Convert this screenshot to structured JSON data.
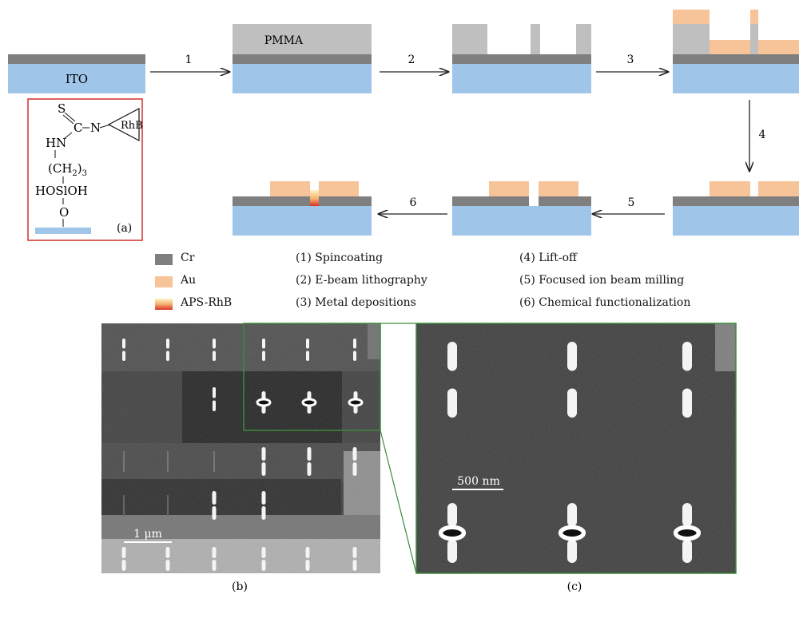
{
  "layers": {
    "cr_color": "#7f7f7f",
    "ito_color": "#9fc5e8",
    "au_color": "#f7c398",
    "pmma_color": "#bfbfbf",
    "apsrhb_gradient": [
      "#fff4c4",
      "#f5b070",
      "#d83222"
    ]
  },
  "substrate_label": "ITO",
  "resist_label": "PMMA",
  "steps": [
    "1",
    "2",
    "3",
    "4",
    "5",
    "6"
  ],
  "molecule": {
    "s": "S",
    "c": "C",
    "n": "N",
    "hn": "HN",
    "ch2_open": "(CH",
    "ch2_sub": "2",
    "ch2_close": ")",
    "ch2_n": "3",
    "hosioh": "HOSlOH",
    "o": "O",
    "rhb": "RhB",
    "panel_label": "(a)"
  },
  "legend": {
    "materials": [
      {
        "name": "Cr"
      },
      {
        "name": "Au"
      },
      {
        "name": "APS-RhB"
      }
    ],
    "steps": [
      "(1) Spincoating",
      "(2) E-beam lithography",
      "(3) Metal depositions",
      "(4) Lift-off",
      "(5) Focused ion beam milling",
      "(6) Chemical functionalization"
    ]
  },
  "sem": {
    "panel_b_label": "(b)",
    "panel_c_label": "(c)",
    "scale_b": "1 μm",
    "scale_c": "500 nm",
    "zoom_box_color": "#3a8a3a"
  }
}
